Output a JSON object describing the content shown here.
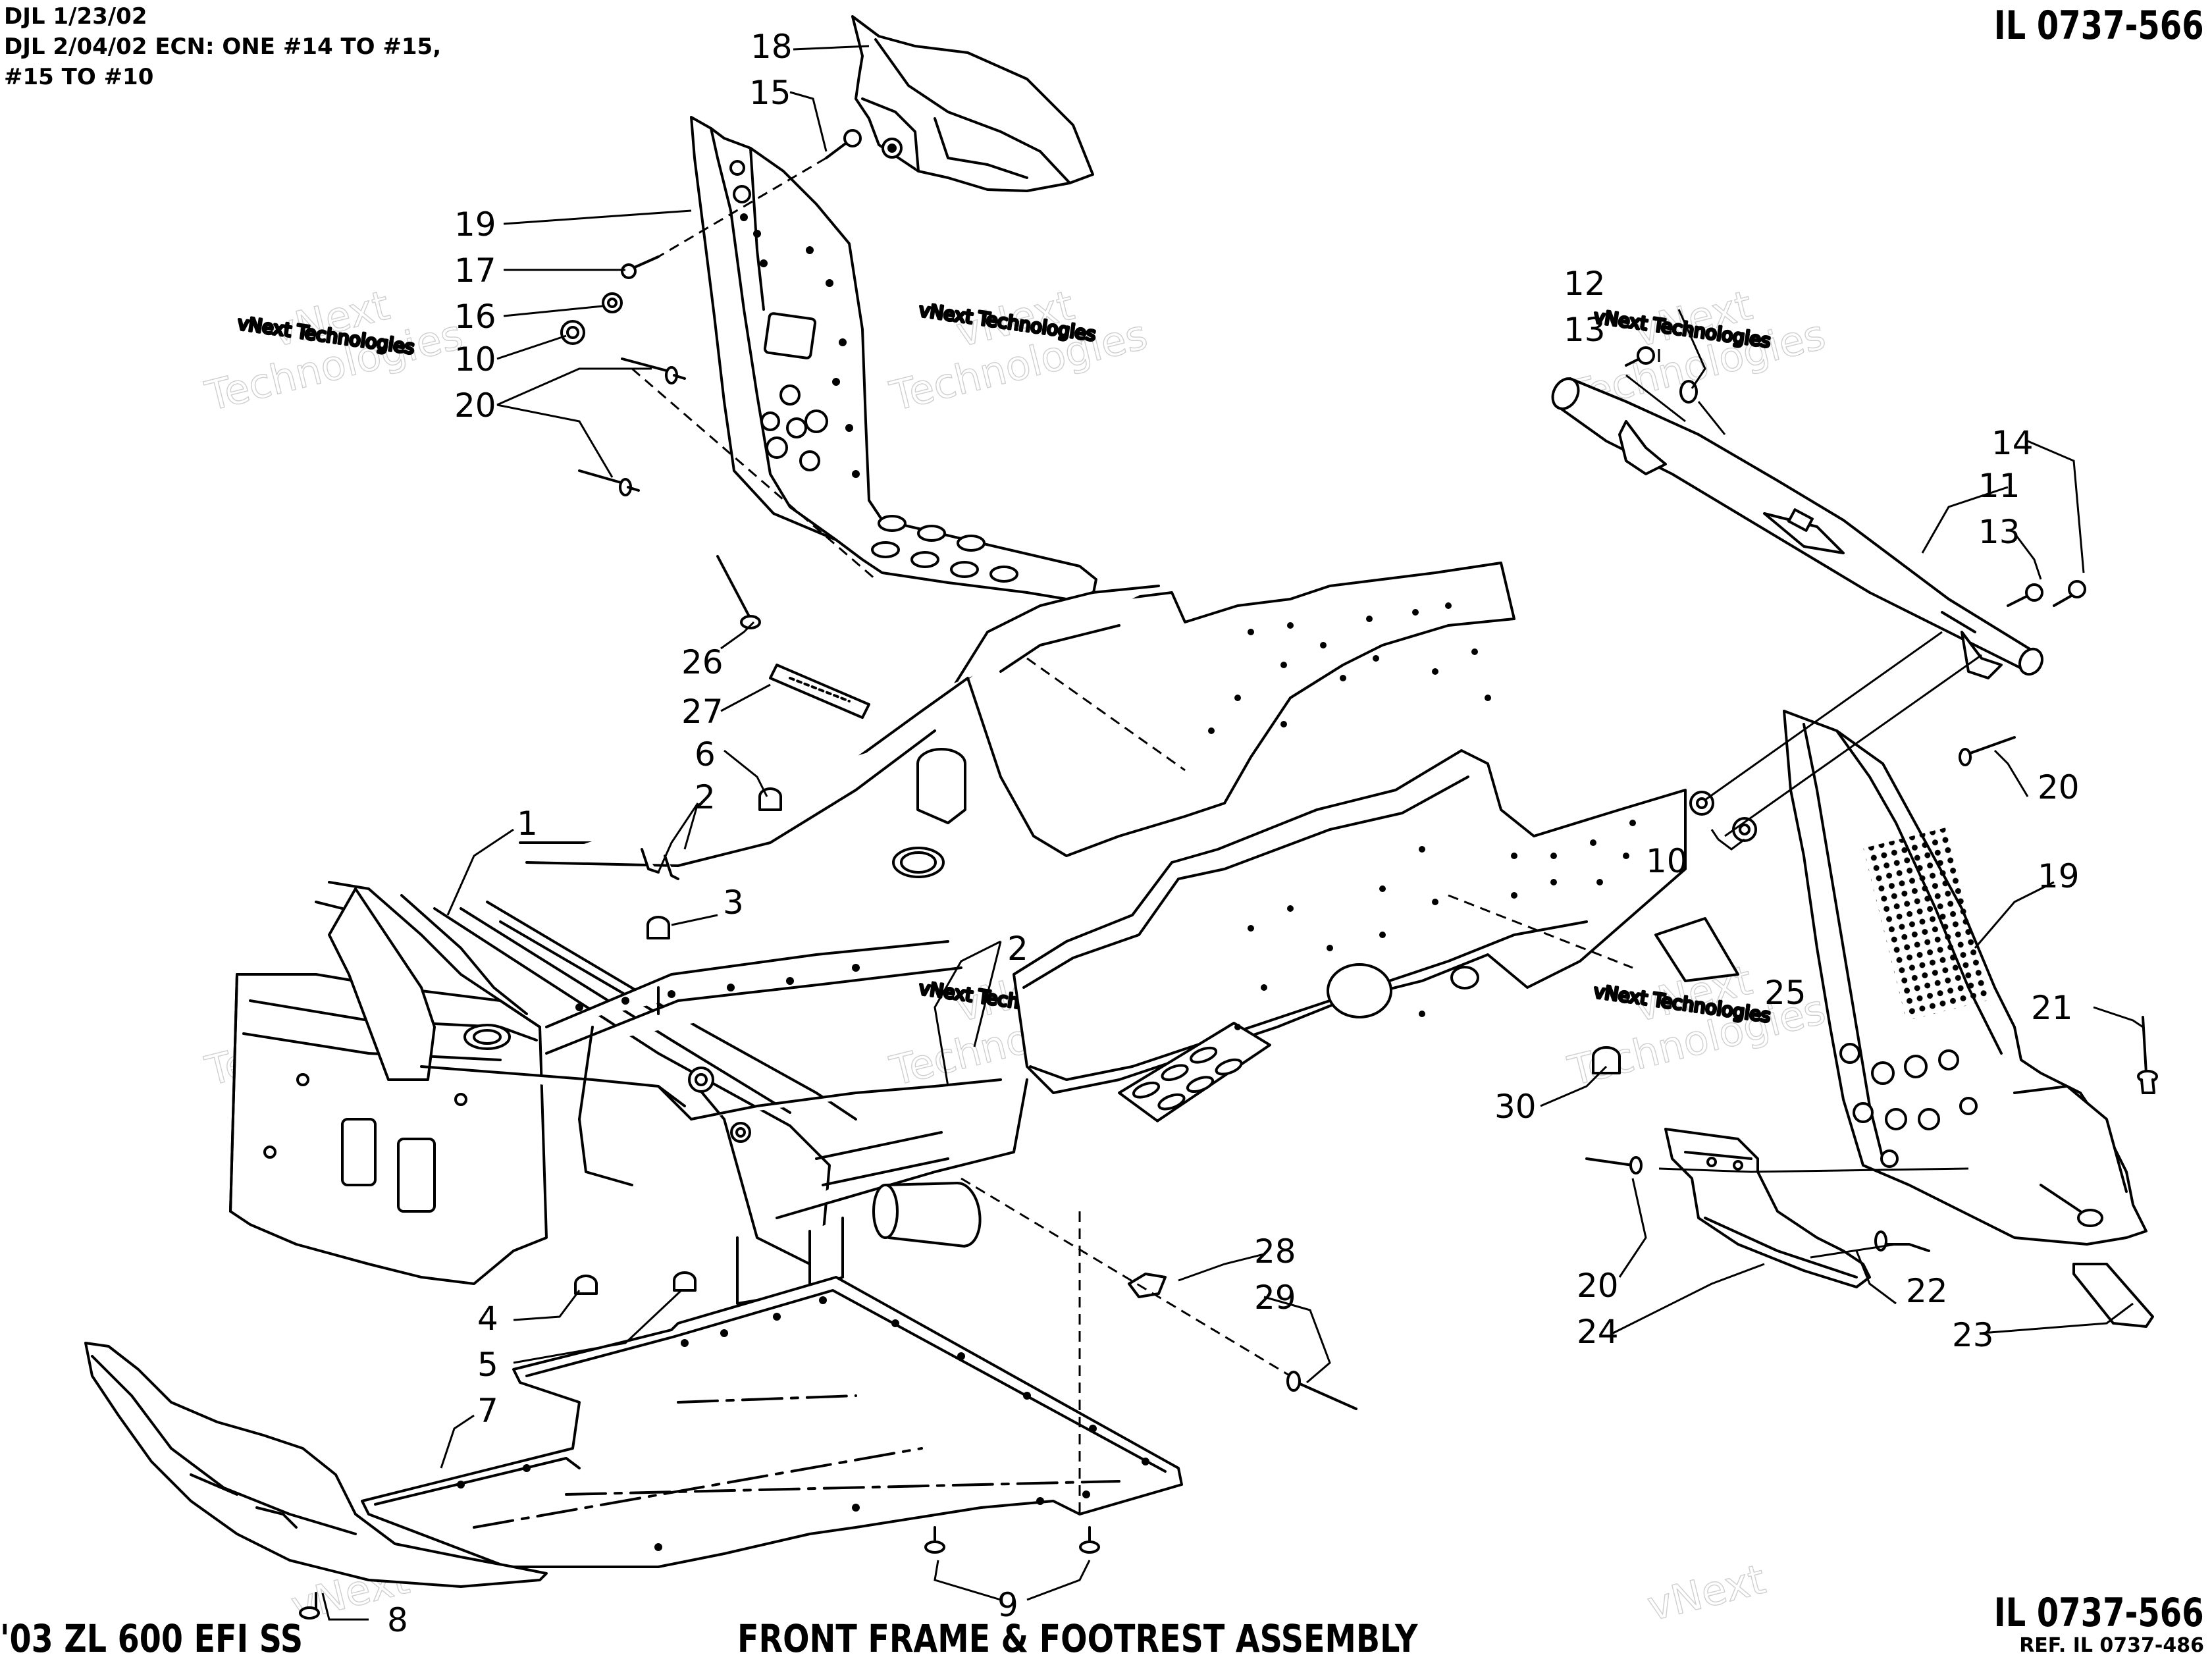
{
  "notes": [
    "DJL 1/23/02",
    "DJL 2/04/02 ECN: ONE #14 TO #15,",
    "#15 TO #10"
  ],
  "illustration_number": "IL 0737-566",
  "illustration_number_bottom": "IL 0737-566",
  "reference": "REF. IL 0737-486",
  "model": "'03 ZL 600 EFI SS",
  "title": "FRONT FRAME & FOOTREST ASSEMBLY",
  "watermark": {
    "line1": "vNext",
    "line2": "Technologies",
    "small": "vNext Technologies"
  },
  "callouts": [
    "1",
    "2",
    "2",
    "3",
    "4",
    "5",
    "6",
    "7",
    "8",
    "9",
    "10",
    "10",
    "11",
    "12",
    "13",
    "13",
    "14",
    "15",
    "16",
    "17",
    "18",
    "19",
    "19",
    "20",
    "20",
    "20",
    "20",
    "21",
    "22",
    "23",
    "24",
    "25",
    "26",
    "27",
    "28",
    "29",
    "30"
  ]
}
